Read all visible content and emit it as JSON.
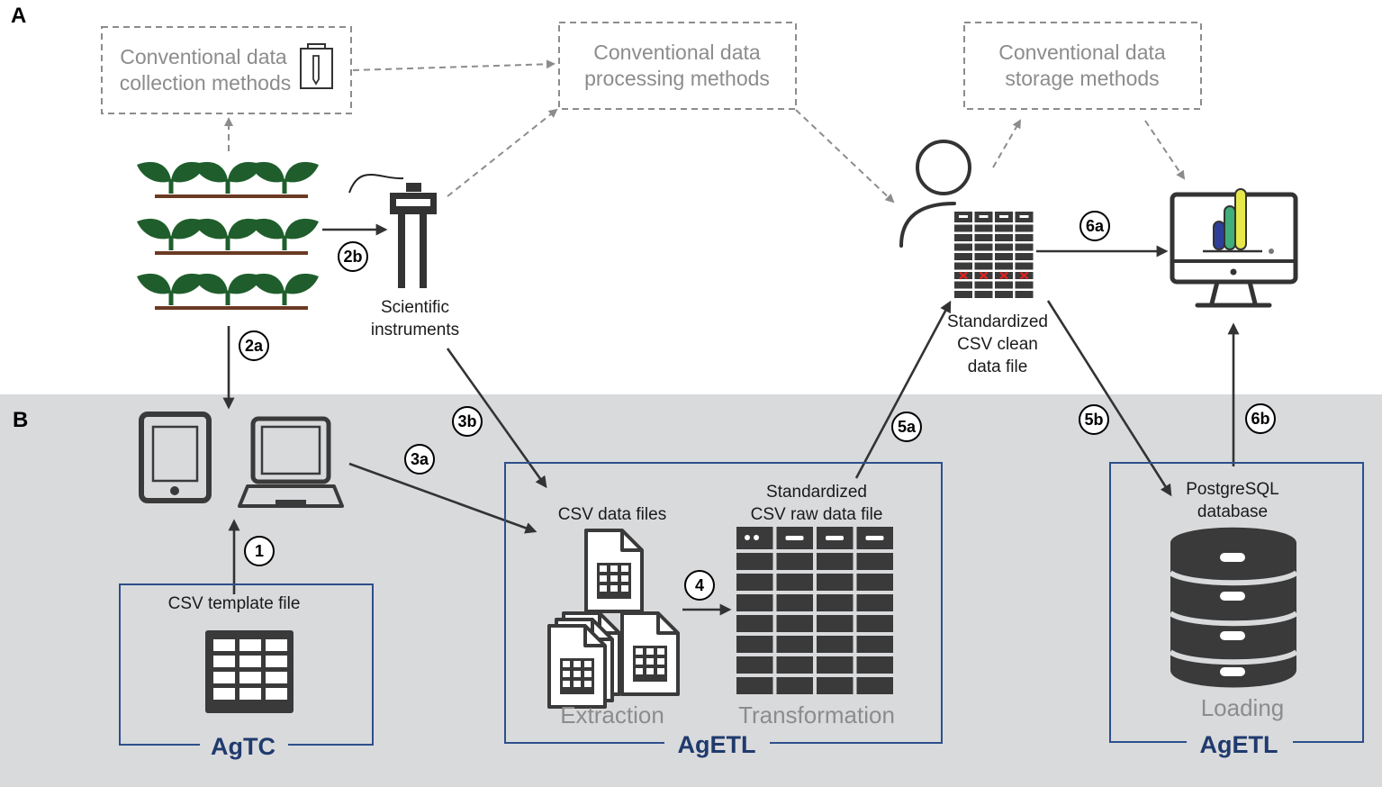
{
  "panels": {
    "a": "A",
    "b": "B"
  },
  "conventional": {
    "collection": [
      "Conventional data",
      "collection methods"
    ],
    "processing": [
      "Conventional data",
      "processing methods"
    ],
    "storage": [
      "Conventional data",
      "storage methods"
    ]
  },
  "instruments": [
    "Scientific",
    "instruments"
  ],
  "clean_file": [
    "Standardized",
    "CSV clean",
    "data file"
  ],
  "template_file": "CSV template file",
  "csv_files": "CSV data files",
  "raw_file": [
    "Standardized",
    "CSV raw data file"
  ],
  "db_label": [
    "PostgreSQL",
    "database"
  ],
  "steps": {
    "extraction": "Extraction",
    "transformation": "Transformation",
    "loading": "Loading"
  },
  "tools": {
    "agtc": "AgTC",
    "agetl_main": "AgETL",
    "agetl_load": "AgETL"
  },
  "badges": {
    "b1": "1",
    "b2a": "2a",
    "b2b": "2b",
    "b3a": "3a",
    "b3b": "3b",
    "b4": "4",
    "b5a": "5a",
    "b5b": "5b",
    "b6a": "6a",
    "b6b": "6b"
  },
  "colors": {
    "panel_b_bg": "#d9dadc",
    "plant_green": "#1f5e2c",
    "soil_brown": "#6b3a24",
    "icon_dark": "#3a3a3a",
    "frame_blue": "#2d4f8c",
    "error_red": "#e02020",
    "bar_blue": "#2e3f9a",
    "bar_green": "#3fae7a",
    "bar_yellow": "#e6e84a"
  },
  "icons": [
    "clipboard-icon",
    "plant-grid-icon",
    "soil-sensor-icon",
    "user-icon",
    "spreadsheet-icon",
    "monitor-chart-icon",
    "tablet-icon",
    "laptop-icon",
    "csv-file-icon",
    "database-icon"
  ]
}
